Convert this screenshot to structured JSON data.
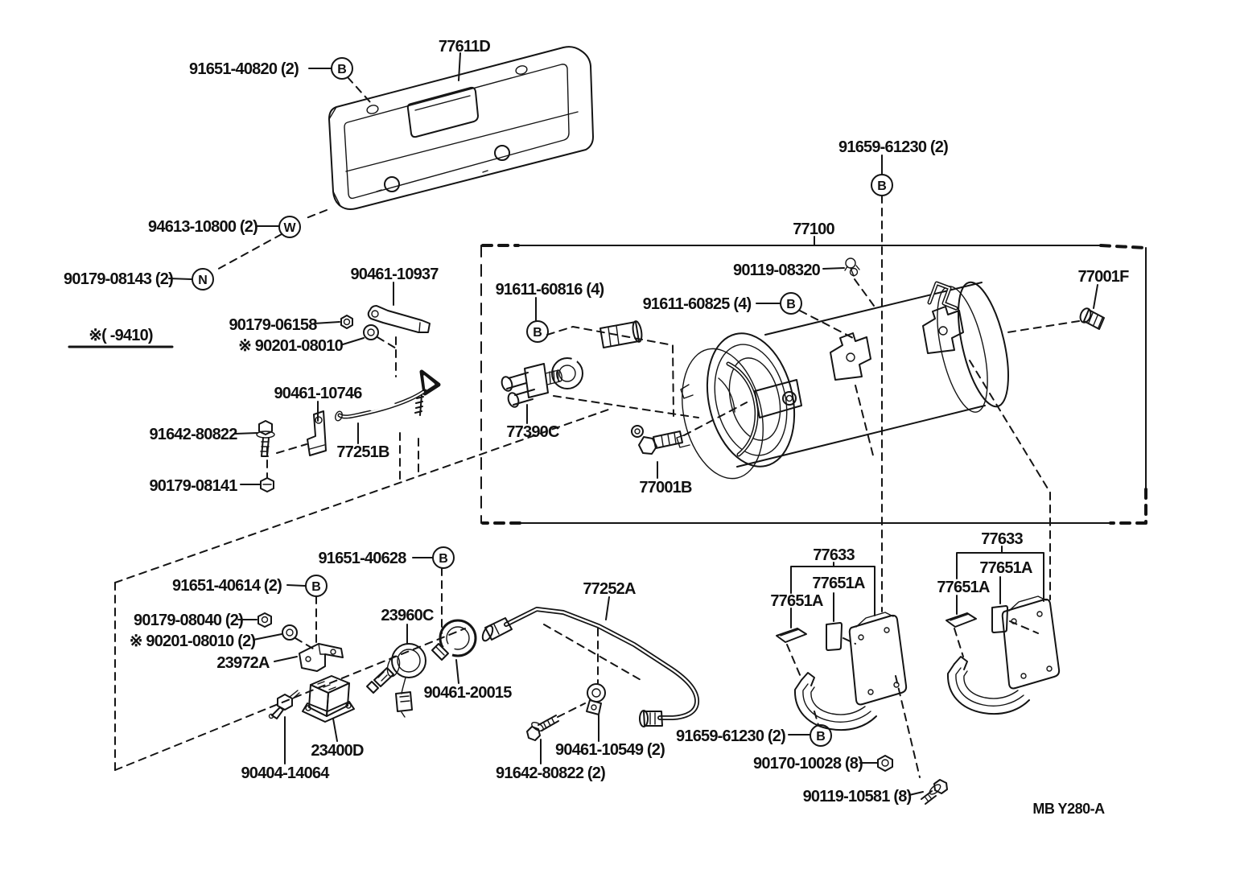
{
  "labels": [
    {
      "text": "77611D"
    },
    {
      "text": "91651-40820 (2)"
    },
    {
      "text": "94613-10800 (2)"
    },
    {
      "text": "90179-08143 (2)"
    },
    {
      "text": "※(   -9410)"
    },
    {
      "text": "90461-10937"
    },
    {
      "text": "90179-06158"
    },
    {
      "text": "※ 90201-08010"
    },
    {
      "text": "90461-10746"
    },
    {
      "text": "91642-80822"
    },
    {
      "text": "77251B"
    },
    {
      "text": "90179-08141"
    },
    {
      "text": "77100"
    },
    {
      "text": "91659-61230 (2)"
    },
    {
      "text": "90119-08320"
    },
    {
      "text": "91611-60816 (4)"
    },
    {
      "text": "91611-60825 (4)"
    },
    {
      "text": "77390C"
    },
    {
      "text": "77001B"
    },
    {
      "text": "77001F"
    },
    {
      "text": "91651-40628"
    },
    {
      "text": "91651-40614 (2)"
    },
    {
      "text": "90179-08040 (2)"
    },
    {
      "text": "※ 90201-08010 (2)"
    },
    {
      "text": "23972A"
    },
    {
      "text": "23960C"
    },
    {
      "text": "90461-20015"
    },
    {
      "text": "23400D"
    },
    {
      "text": "90404-14064"
    },
    {
      "text": "77252A"
    },
    {
      "text": "90461-10549 (2)"
    },
    {
      "text": "91642-80822 (2)"
    },
    {
      "text": "91659-61230 (2)"
    },
    {
      "text": "90170-10028 (8)"
    },
    {
      "text": "90119-10581 (8)"
    },
    {
      "text": "77633"
    },
    {
      "text": "77651A"
    },
    {
      "text": "77651A"
    },
    {
      "text": "77633"
    },
    {
      "text": "77651A"
    },
    {
      "text": "77651A"
    },
    {
      "text": "MB Y280-A"
    }
  ],
  "callouts": [
    {
      "letter": "B"
    },
    {
      "letter": "W"
    },
    {
      "letter": "N"
    },
    {
      "letter": "B"
    },
    {
      "letter": "B"
    },
    {
      "letter": "B"
    },
    {
      "letter": "B"
    },
    {
      "letter": "B"
    },
    {
      "letter": "B"
    }
  ]
}
